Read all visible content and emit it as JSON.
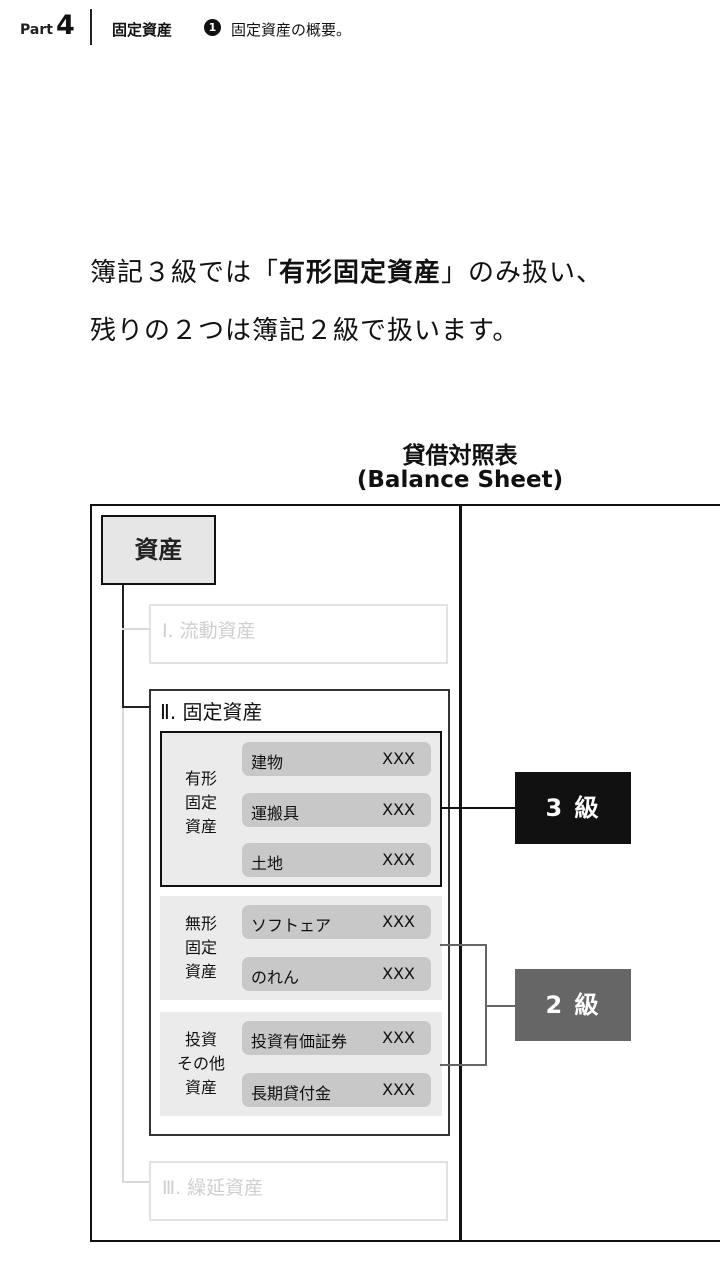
{
  "header": {
    "part_label": "Part",
    "part_number": "4",
    "section": "固定資産",
    "badge": "1",
    "subtitle": "固定資産の概要。"
  },
  "intro": {
    "line1_before": "簿記３級では「",
    "line1_bold": "有形固定資産",
    "line1_after": "」のみ扱い、",
    "line2": "残りの２つは簿記２級で扱います。"
  },
  "title": {
    "line1": "貸借対照表",
    "line2": "(Balance Sheet)"
  },
  "balance_sheet": {
    "asset_label": "資産",
    "current_assets": "Ⅰ. 流動資産",
    "fixed_assets": "Ⅱ. 固定資産",
    "deferred_assets": "Ⅲ. 繰延資産",
    "groups": [
      {
        "label_lines": [
          "有形",
          "固定",
          "資産"
        ],
        "items": [
          {
            "name": "建物",
            "value": "XXX"
          },
          {
            "name": "運搬具",
            "value": "XXX"
          },
          {
            "name": "土地",
            "value": "XXX"
          }
        ]
      },
      {
        "label_lines": [
          "無形",
          "固定",
          "資産"
        ],
        "items": [
          {
            "name": "ソフトェア",
            "value": "XXX"
          },
          {
            "name": "のれん",
            "value": "XXX"
          }
        ]
      },
      {
        "label_lines": [
          "投資",
          "その他",
          "資産"
        ],
        "items": [
          {
            "name": "投資有価証券",
            "value": "XXX"
          },
          {
            "name": "長期貸付金",
            "value": "XXX"
          }
        ]
      }
    ]
  },
  "grades": {
    "grade3": "3 級",
    "grade2": "2 級"
  },
  "colors": {
    "grade3_bg": "#111111",
    "grade2_bg": "#666666",
    "item_bg": "#c8c8c8",
    "group_bg": "#ebebeb"
  }
}
